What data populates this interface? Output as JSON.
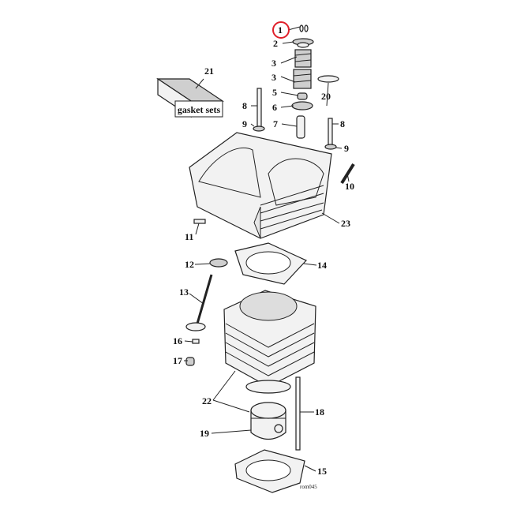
{
  "diagram": {
    "callouts": {
      "c1": "1",
      "c2": "2",
      "c3a": "3",
      "c3b": "3",
      "c5": "5",
      "c6": "6",
      "c7": "7",
      "c8a": "8",
      "c8b": "8",
      "c9a": "9",
      "c9b": "9",
      "c10": "10",
      "c11": "11",
      "c12": "12",
      "c13": "13",
      "c14": "14",
      "c15": "15",
      "c16": "16",
      "c17": "17",
      "c18": "18",
      "c19": "19",
      "c20": "20",
      "c21": "21",
      "c22": "22",
      "c23": "23"
    },
    "gasket_box_label": "gasket sets",
    "drawing_code": "rom045",
    "highlight_color": "#e0202a"
  }
}
